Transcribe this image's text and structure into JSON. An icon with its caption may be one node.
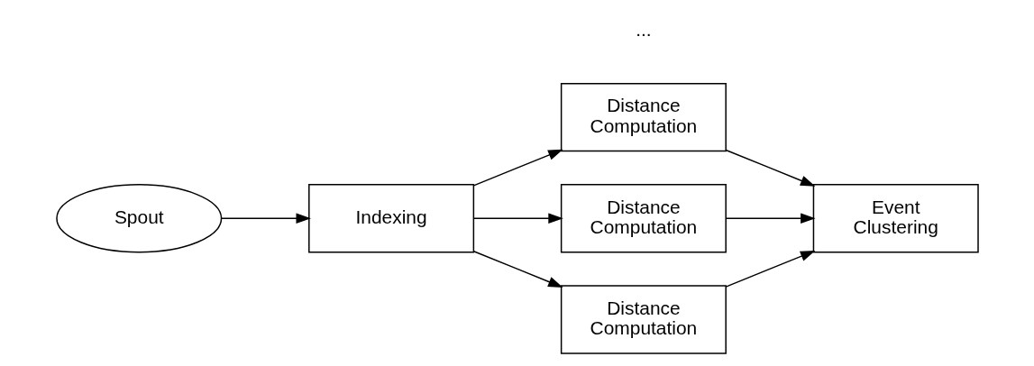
{
  "diagram": {
    "nodes": [
      {
        "text": [
          "Spout"
        ]
      },
      {
        "text": [
          "Indexing"
        ]
      },
      {
        "text": [
          "Distance Computation"
        ]
      },
      {
        "text": [
          "Distance Computation"
        ]
      },
      {
        "text": [
          "Distance Computation"
        ]
      },
      {
        "text": [
          "Event Clustering"
        ]
      }
    ],
    "edges": [
      {
        "from": 0,
        "to": 1,
        "arrow": "to"
      },
      {
        "from": 1,
        "to": 2,
        "arrow": "to"
      },
      {
        "from": 1,
        "to": 3,
        "arrow": "to"
      },
      {
        "from": 1,
        "to": 4,
        "arrow": "to"
      },
      {
        "from": 2,
        "to": 5,
        "arrow": "to"
      },
      {
        "from": 3,
        "to": 5,
        "arrow": "to"
      },
      {
        "from": 4,
        "to": 5,
        "arrow": "to"
      }
    ],
    "labels": [
      "..."
    ]
  }
}
